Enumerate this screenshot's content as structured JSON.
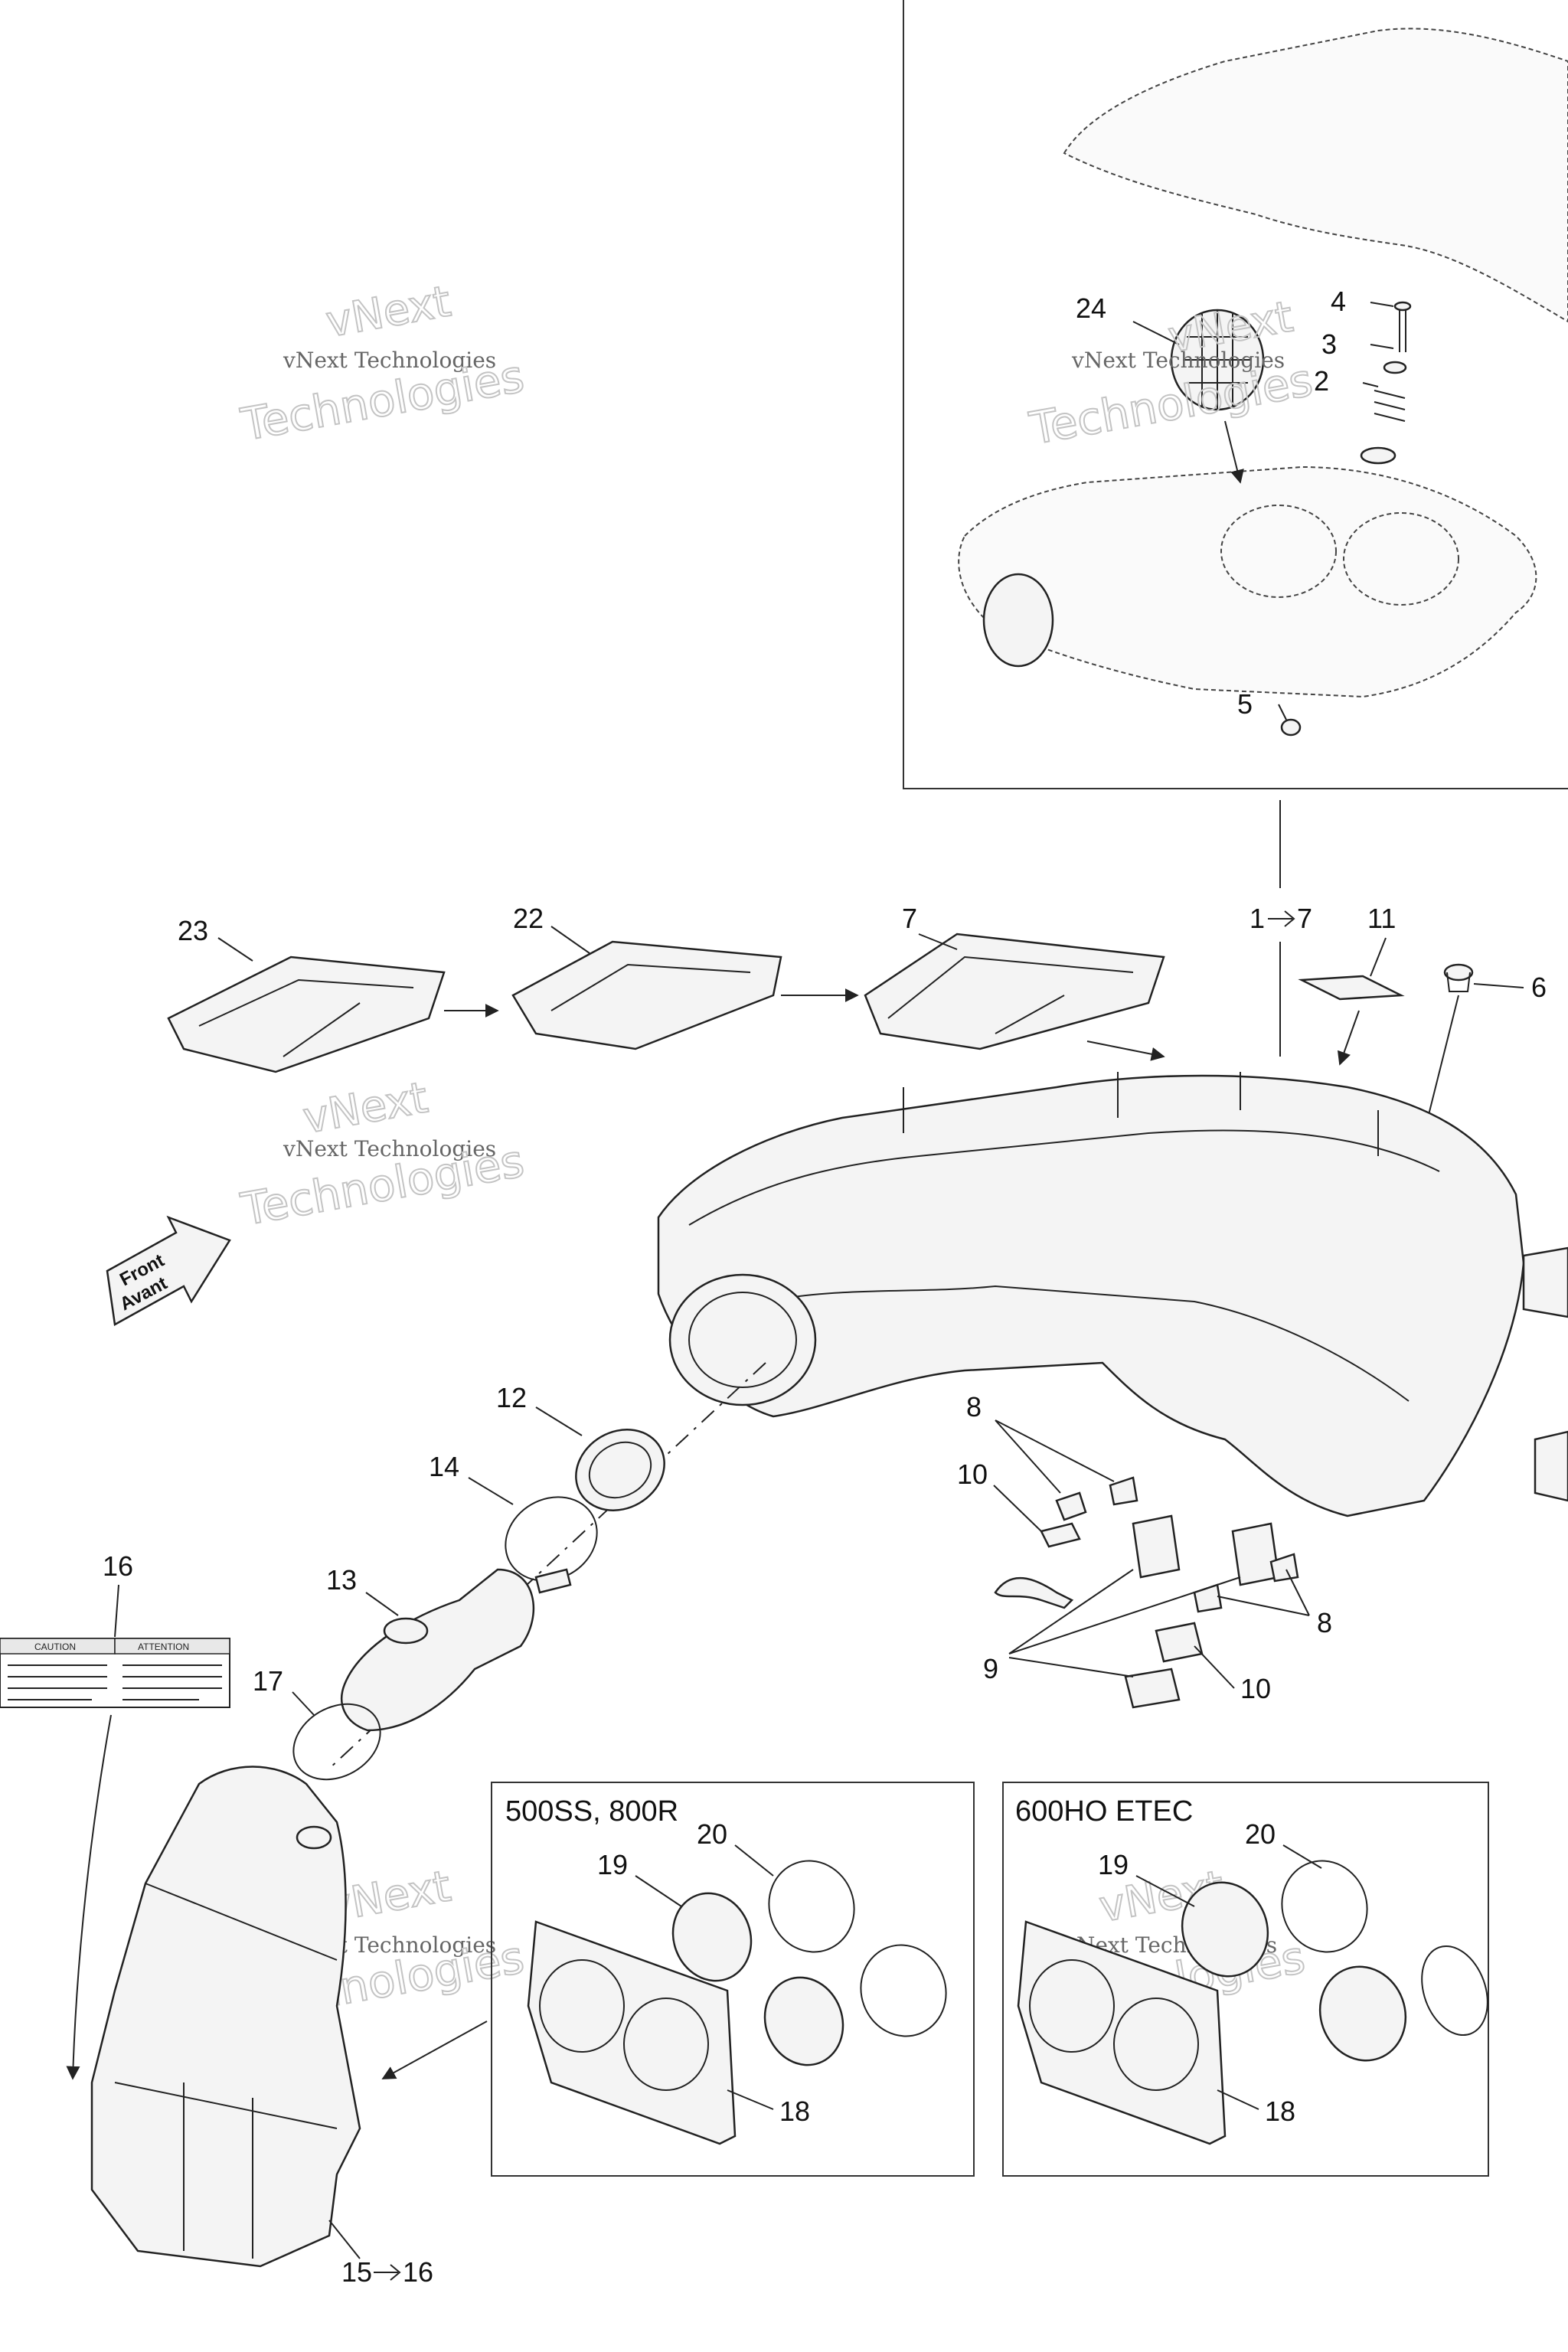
{
  "watermark": {
    "line1": "vNext",
    "line2": "vNext Technologies",
    "line3": "Technologies"
  },
  "part_labels": {
    "p1_7": "1",
    "p2": "2",
    "p3": "3",
    "p4": "4",
    "p5": "5",
    "p6": "6",
    "p7": "7",
    "p8a": "8",
    "p8b": "8",
    "p9": "9",
    "p10a": "10",
    "p10b": "10",
    "p11": "11",
    "p12": "12",
    "p13": "13",
    "p14": "14",
    "p15_16": "15",
    "p16": "16",
    "p17": "17",
    "p18a": "18",
    "p18b": "18",
    "p19a": "19",
    "p19b": "19",
    "p20a": "20",
    "p20b": "20",
    "p22": "22",
    "p23": "23",
    "p24": "24",
    "range_a_end": "7",
    "range_b_end": "16"
  },
  "front_sign": {
    "line1": "Front",
    "line2": "Avant"
  },
  "panels": {
    "left_title": "500SS, 800R",
    "right_title": "600HO ETEC"
  },
  "warning_label": {
    "caution": "CAUTION",
    "attention": "ATTENTION"
  },
  "icons": {
    "range_arrow": "right-arrow-icon"
  }
}
